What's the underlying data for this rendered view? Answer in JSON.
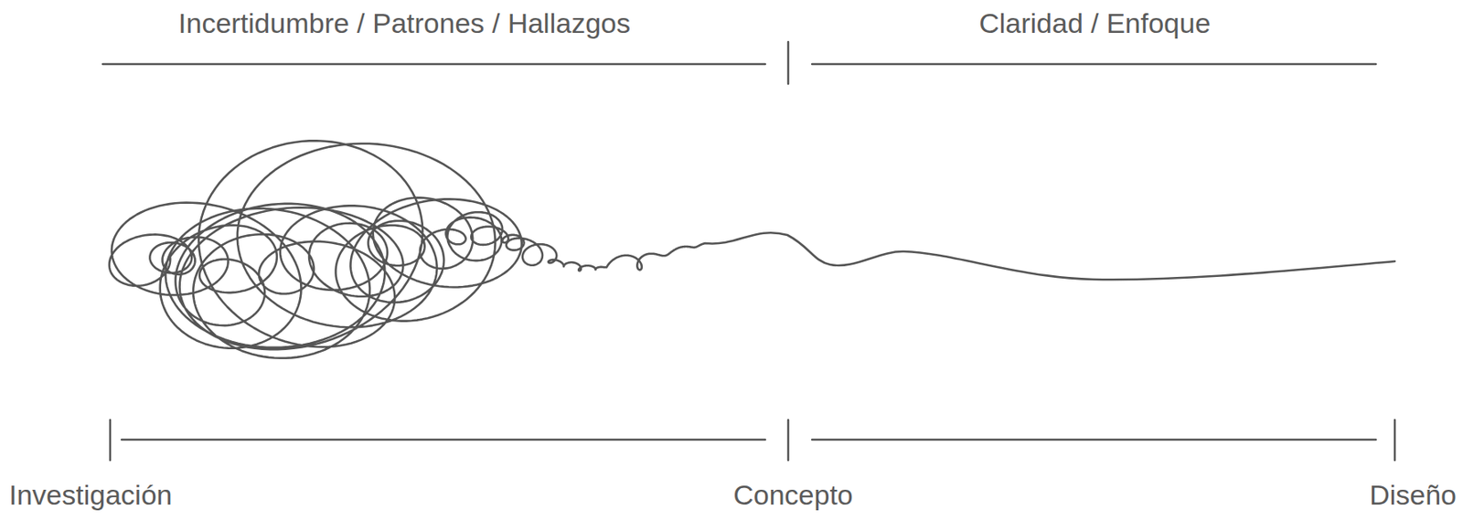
{
  "diagram": {
    "labels": [
      "Incertidumbre / Patrones / Hallazgos",
      "Claridad / Enfoque",
      "Investigación",
      "Concepto",
      "Diseño"
    ]
  }
}
